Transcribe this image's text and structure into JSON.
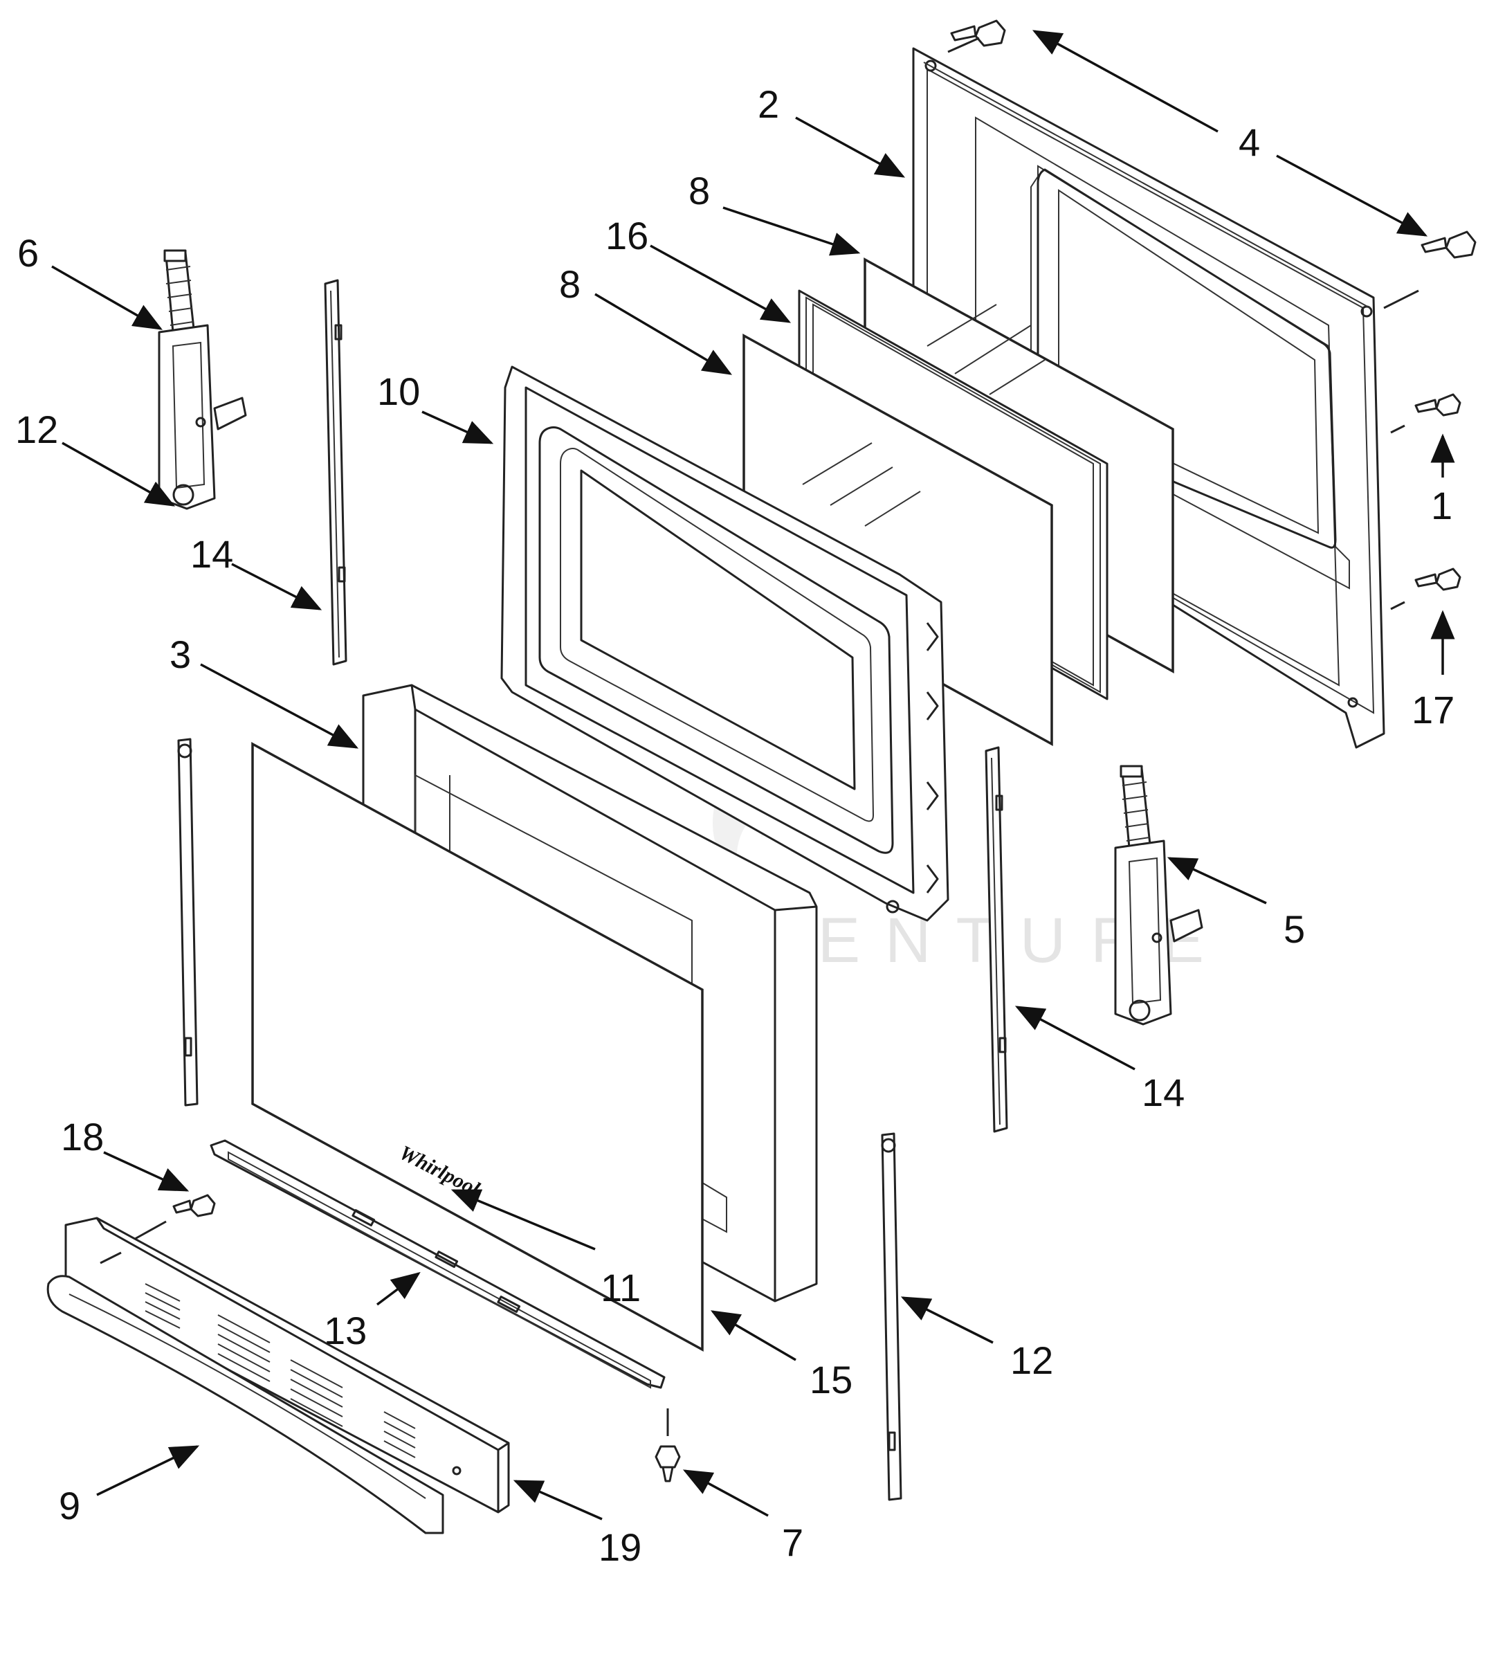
{
  "watermark": {
    "text": "LEADVENTURE"
  },
  "brand_badge": {
    "text": "Whirlpool"
  },
  "callouts": [
    {
      "id": "c1",
      "label": "1"
    },
    {
      "id": "c2",
      "label": "2"
    },
    {
      "id": "c3",
      "label": "3"
    },
    {
      "id": "c4",
      "label": "4"
    },
    {
      "id": "c5",
      "label": "5"
    },
    {
      "id": "c6",
      "label": "6"
    },
    {
      "id": "c7",
      "label": "7"
    },
    {
      "id": "c8a",
      "label": "8"
    },
    {
      "id": "c8b",
      "label": "8"
    },
    {
      "id": "c9",
      "label": "9"
    },
    {
      "id": "c10",
      "label": "10"
    },
    {
      "id": "c11",
      "label": "11"
    },
    {
      "id": "c12a",
      "label": "12"
    },
    {
      "id": "c12b",
      "label": "12"
    },
    {
      "id": "c13",
      "label": "13"
    },
    {
      "id": "c14a",
      "label": "14"
    },
    {
      "id": "c14b",
      "label": "14"
    },
    {
      "id": "c15",
      "label": "15"
    },
    {
      "id": "c16",
      "label": "16"
    },
    {
      "id": "c17",
      "label": "17"
    },
    {
      "id": "c18",
      "label": "18"
    },
    {
      "id": "c19",
      "label": "19"
    }
  ]
}
